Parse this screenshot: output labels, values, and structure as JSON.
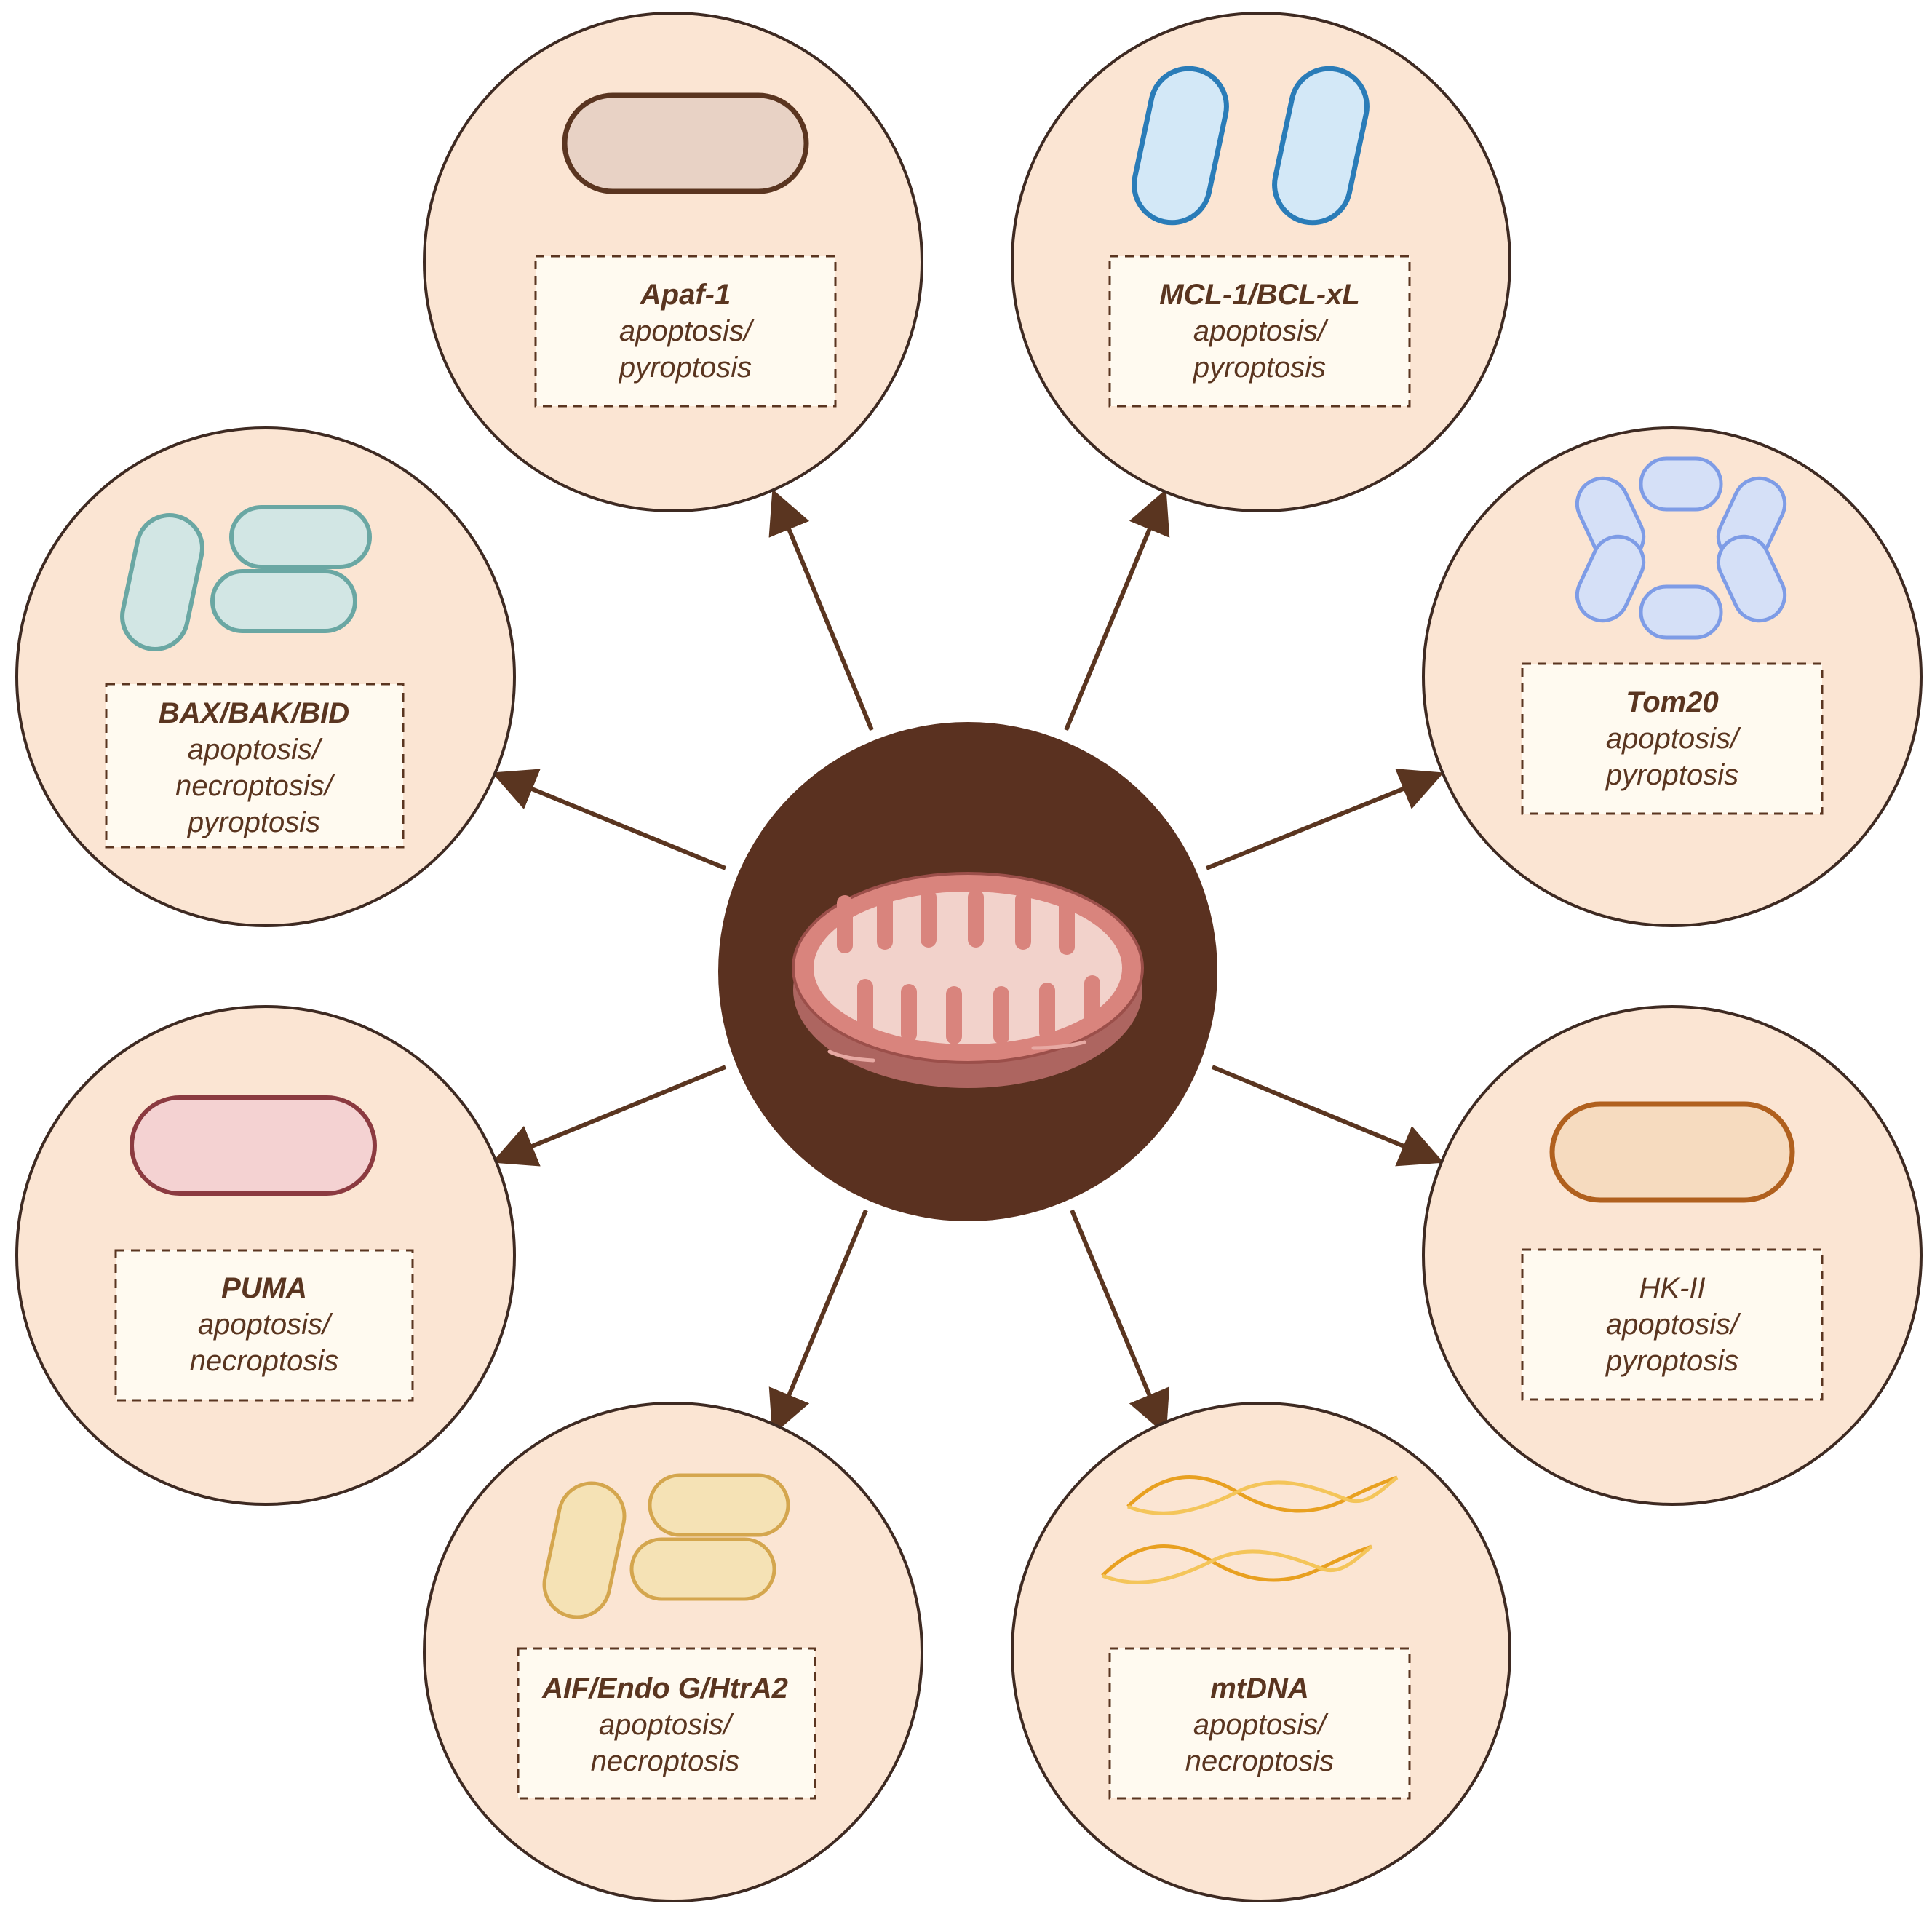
{
  "colors": {
    "circle_fill": "#fbe5d3",
    "circle_stroke": "#3e2a22",
    "box_fill": "#fffaf0",
    "box_stroke": "#5a3520",
    "arrow": "#5a3520",
    "center_fill": "#5a3120",
    "mito_outer": "#d9847d",
    "mito_inner": "#f2d2cb",
    "mito_bottom": "#ad6560"
  },
  "nodes": [
    {
      "id": "apaf1",
      "name": "Apaf-1",
      "name_bold": true,
      "lines": [
        "apoptosis/",
        "pyroptosis"
      ],
      "icon": "capsule-brown-icon"
    },
    {
      "id": "mcl1",
      "name": "MCL-1/BCL-xL",
      "name_bold": true,
      "lines": [
        "apoptosis/",
        "pyroptosis"
      ],
      "icon": "twin-capsule-blue-icon"
    },
    {
      "id": "bax",
      "name": "BAX/BAK/BID",
      "name_bold": true,
      "lines": [
        "apoptosis/",
        "necroptosis/",
        "pyroptosis"
      ],
      "icon": "triple-capsule-teal-icon"
    },
    {
      "id": "tom20",
      "name": "Tom20",
      "name_bold": true,
      "lines": [
        "apoptosis/",
        "pyroptosis"
      ],
      "icon": "hexamer-ring-icon"
    },
    {
      "id": "puma",
      "name": "PUMA",
      "name_bold": true,
      "lines": [
        "apoptosis/",
        "necroptosis"
      ],
      "icon": "capsule-pink-icon"
    },
    {
      "id": "hk2",
      "name": "HK-II",
      "name_bold": false,
      "lines": [
        "apoptosis/",
        "pyroptosis"
      ],
      "icon": "capsule-orange-icon"
    },
    {
      "id": "aif",
      "name": "AIF/Endo G/HtrA2",
      "name_bold": true,
      "lines": [
        "apoptosis/",
        "necroptosis"
      ],
      "icon": "triple-capsule-yellow-icon"
    },
    {
      "id": "mtdna",
      "name": "mtDNA",
      "name_bold": true,
      "lines": [
        "apoptosis/",
        "necroptosis"
      ],
      "icon": "dna-strands-icon"
    }
  ],
  "center": {
    "icon": "mitochondrion-icon"
  }
}
